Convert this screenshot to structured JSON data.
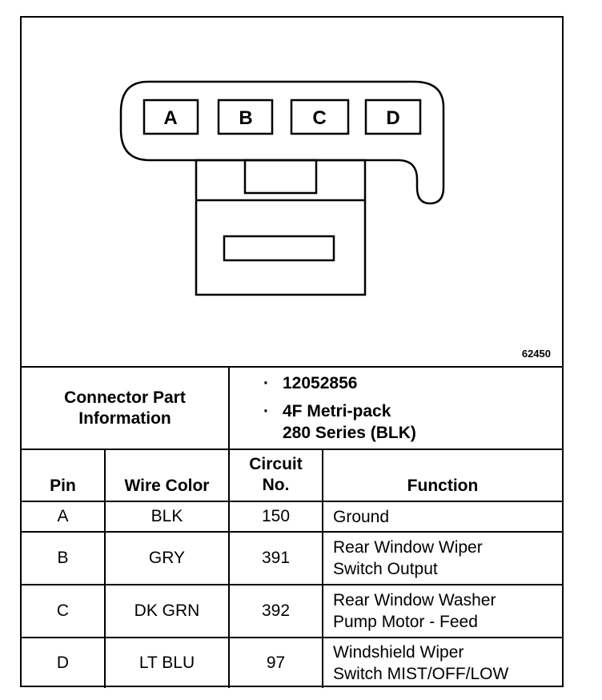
{
  "diagram": {
    "pins": [
      "A",
      "B",
      "C",
      "D"
    ],
    "figure_number": "62450"
  },
  "connector_info": {
    "label": "Connector Part Information",
    "part_number": "12052856",
    "description_line1": "4F Metri-pack",
    "description_line2": "280 Series (BLK)"
  },
  "table": {
    "headers": {
      "pin": "Pin",
      "wire_color": "Wire Color",
      "circuit_line1": "Circuit",
      "circuit_line2": "No.",
      "function": "Function"
    },
    "rows": [
      {
        "pin": "A",
        "wire_color": "BLK",
        "circuit": "150",
        "function_line1": "Ground",
        "function_line2": ""
      },
      {
        "pin": "B",
        "wire_color": "GRY",
        "circuit": "391",
        "function_line1": "Rear Window Wiper",
        "function_line2": "Switch Output"
      },
      {
        "pin": "C",
        "wire_color": "DK GRN",
        "circuit": "392",
        "function_line1": "Rear Window Washer",
        "function_line2": "Pump Motor - Feed"
      },
      {
        "pin": "D",
        "wire_color": "LT BLU",
        "circuit": "97",
        "function_line1": "Windshield Wiper",
        "function_line2": "Switch MIST/OFF/LOW"
      }
    ]
  }
}
